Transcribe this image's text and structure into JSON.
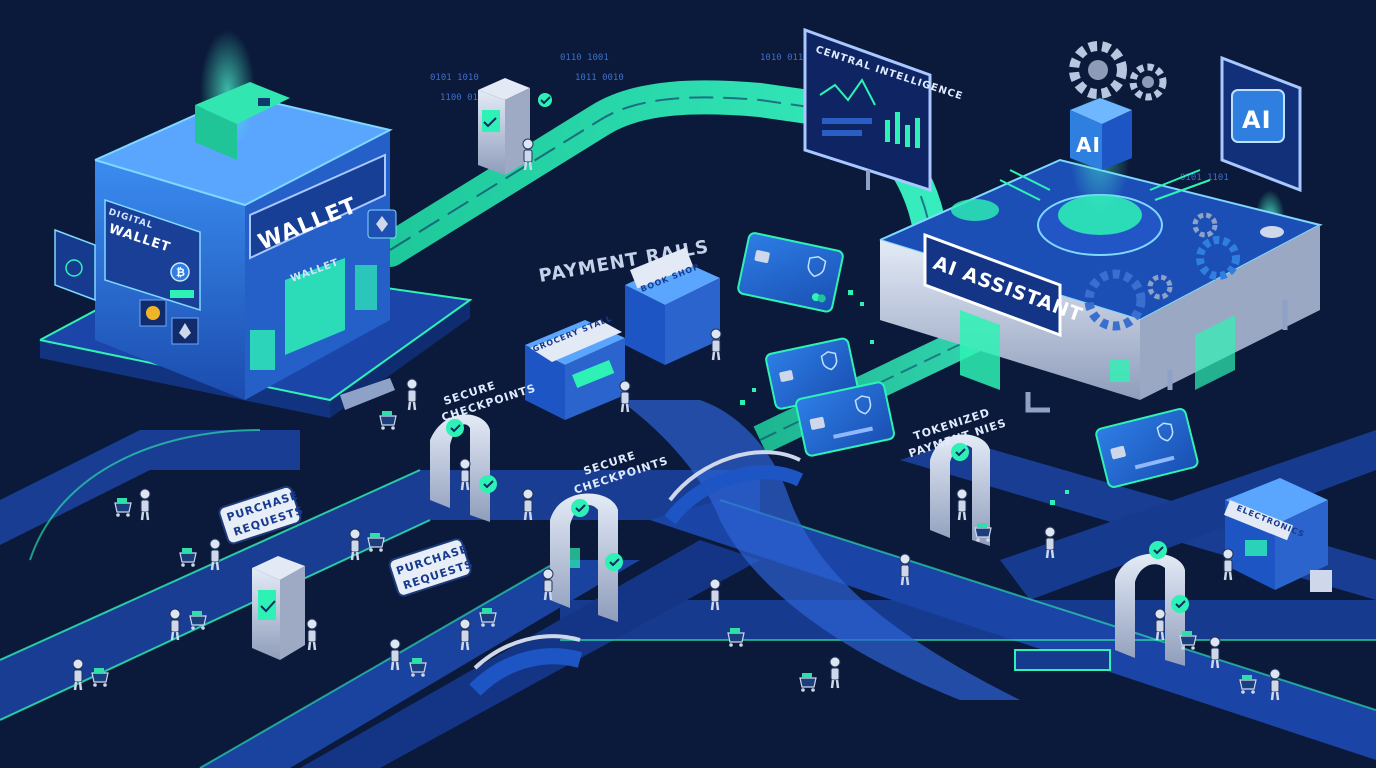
{
  "labels": {
    "wallet_sign": "WALLET",
    "wallet_door_sign": "WALLET",
    "digital_wallet_line1": "DIGITAL",
    "digital_wallet_line2": "WALLET",
    "central_intelligence": "CENTRAL INTELLIGENCE",
    "ai_assistant": "AI ASSISTANT",
    "ai_cube": "AI",
    "ai_screen": "AI",
    "payment_rails": "PAYMENT RAILS",
    "grocery_stall": "GROCERY STALL",
    "book_shop": "BOOK SHOP",
    "electronics_shop": "ELECTRONICS",
    "secure_checkpoints_1_line1": "SECURE",
    "secure_checkpoints_1_line2": "CHECKPOINTS",
    "secure_checkpoints_2_line1": "SECURE",
    "secure_checkpoints_2_line2": "CHECKPOINTS",
    "purchase_requests_1_line1": "PURCHASE",
    "purchase_requests_1_line2": "REQUESTS",
    "purchase_requests_2_line1": "PURCHASE",
    "purchase_requests_2_line2": "REQUESTS",
    "tokenized_line1": "TOKENIZED",
    "tokenized_line2": "PAYMENT NIES"
  },
  "icons": [
    "wallet-icon",
    "bitcoin-icon",
    "ethereum-icon",
    "gear-icon",
    "checkmark-icon",
    "credit-card-icon",
    "shield-icon",
    "shopping-cart-icon",
    "robot-shopper-icon",
    "line-chart-icon",
    "bar-chart-icon"
  ],
  "colors": {
    "background": "#0b1a3a",
    "path": "#1d47a8",
    "path_dark": "#163a8e",
    "neon": "#2ef2b5",
    "building_blue": "#2f7fe0",
    "building_dark": "#1c4fb6",
    "silver": "#c9d3e6",
    "card": "#1e63c9"
  }
}
